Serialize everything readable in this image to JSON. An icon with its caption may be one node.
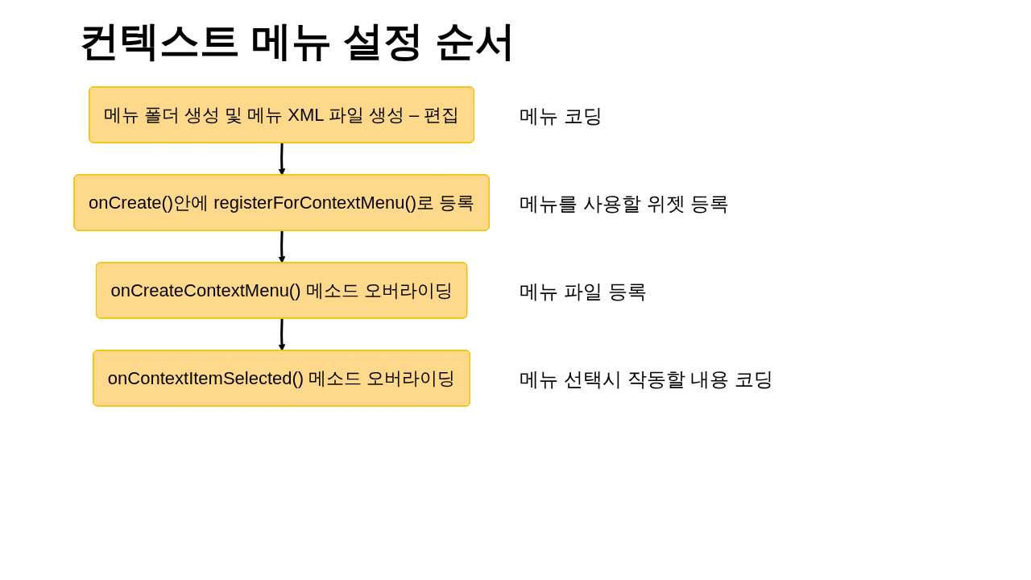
{
  "diagram": {
    "title": "컨텍스트 메뉴 설정 순서",
    "nodes": [
      {
        "text": [
          "메뉴 폴더 생성 및 메뉴 XML 파일 생성 – 편집"
        ],
        "beside": [
          "메뉴 코딩"
        ]
      },
      {
        "text": [
          "onCreate()안에 registerForContextMenu()로 등록"
        ],
        "beside": [
          "메뉴를 사용할 위젯 등록"
        ]
      },
      {
        "text": [
          "onCreateContextMenu() 메소드 오버라이딩"
        ],
        "beside": [
          "메뉴 파일 등록"
        ]
      },
      {
        "text": [
          "onContextItemSelected() 메소드 오버라이딩"
        ],
        "beside": [
          "메뉴 선택시 작동할 내용 코딩"
        ]
      }
    ],
    "edges": [
      {
        "from": 0,
        "to": 1,
        "arrow": "to"
      },
      {
        "from": 1,
        "to": 2,
        "arrow": "to"
      },
      {
        "from": 2,
        "to": 3,
        "arrow": "to"
      }
    ]
  }
}
